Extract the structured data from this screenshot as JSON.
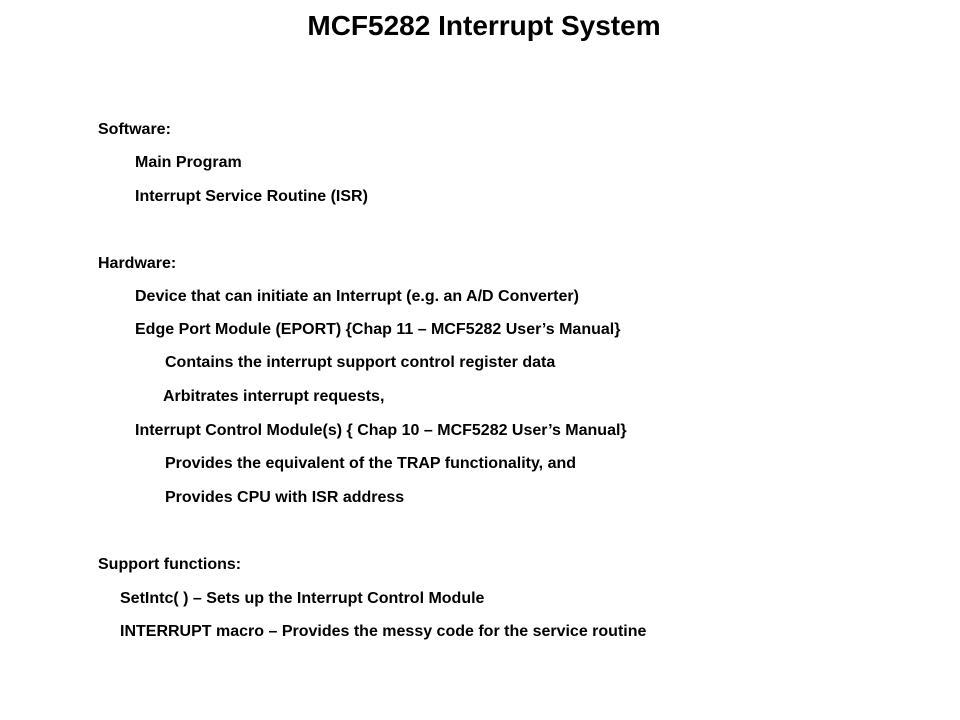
{
  "slide": {
    "title": "MCF5282 Interrupt System",
    "software": {
      "heading": "Software:",
      "items": [
        "Main Program",
        "Interrupt Service Routine (ISR)"
      ]
    },
    "hardware": {
      "heading": "Hardware:",
      "device": "Device that can initiate an Interrupt  (e.g. an A/D Converter)",
      "eport": {
        "label": "Edge Port Module (EPORT)  {Chap 11 – MCF5282 User’s Manual}",
        "details": [
          "Contains the interrupt support control register data",
          "Arbitrates interrupt requests,"
        ]
      },
      "icm": {
        "label": "Interrupt Control Module(s)  { Chap 10 – MCF5282 User’s Manual}",
        "details": [
          "Provides the equivalent of the TRAP functionality, and",
          "Provides CPU with ISR address"
        ]
      }
    },
    "support": {
      "heading": "Support functions:",
      "items": [
        "SetIntc( ) – Sets up the Interrupt Control Module",
        "INTERRUPT macro – Provides the messy code for the service routine"
      ]
    }
  }
}
